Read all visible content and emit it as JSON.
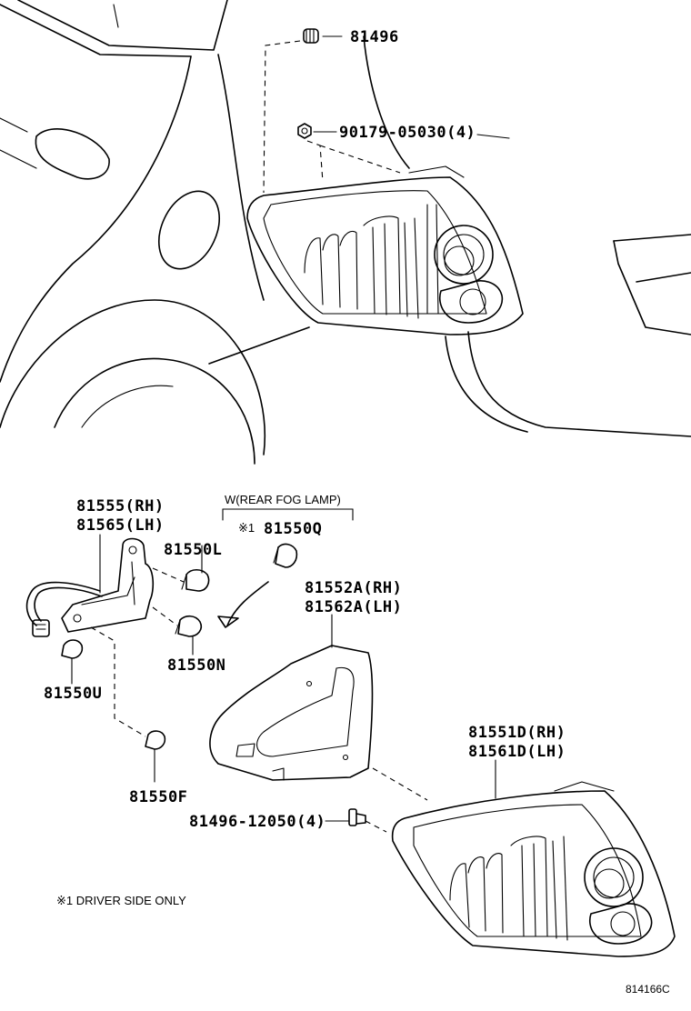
{
  "labels": {
    "p81496": "81496",
    "p90179": "90179-05030(4)",
    "p81555": "81555(RH)",
    "p81565": "81565(LH)",
    "fog_group": "W(REAR FOG LAMP)",
    "note_mark": "※1",
    "p81550Q": "81550Q",
    "p81550L": "81550L",
    "p81552A": "81552A(RH)",
    "p81562A": "81562A(LH)",
    "p81550N": "81550N",
    "p81550U": "81550U",
    "p81550F": "81550F",
    "p81551D": "81551D(RH)",
    "p81561D": "81561D(LH)",
    "p81496_12050": "81496-12050(4)",
    "footnote": "※1  DRIVER SIDE ONLY",
    "figure_id": "814166C"
  }
}
